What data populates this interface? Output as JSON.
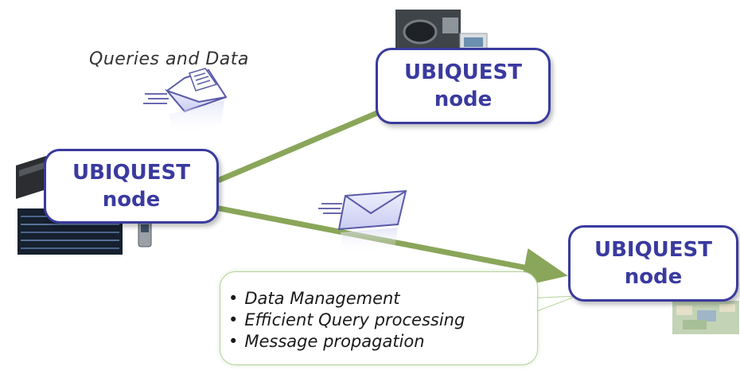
{
  "caption": "Queries and Data",
  "nodes": {
    "top": {
      "line1": "UBIQUEST",
      "line2": "node"
    },
    "left": {
      "line1": "UBIQUEST",
      "line2": "node"
    },
    "right": {
      "line1": "UBIQUEST",
      "line2": "node"
    }
  },
  "features": [
    "Data Management",
    "Efficient Query processing",
    "Message propagation"
  ],
  "colors": {
    "link": "#8aa65a",
    "node_border": "#3a3a9e",
    "node_text": "#3a3aa0",
    "envelope": "#5a5aa8"
  },
  "icons": [
    "envelope-icon",
    "open-envelope-icon",
    "car-interior-photo",
    "server-photo",
    "screen-photo",
    "phone-photo",
    "map-photo"
  ]
}
